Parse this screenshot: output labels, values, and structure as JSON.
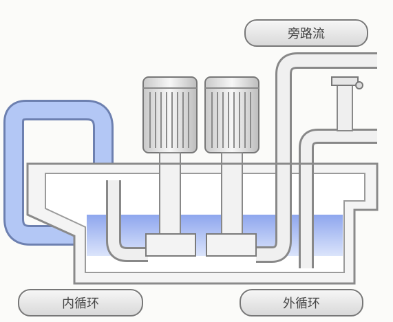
{
  "labels": {
    "bypass": "旁路流",
    "inner_loop": "内循环",
    "outer_loop": "外循环"
  },
  "colors": {
    "blue_loop": "#a9c0f2",
    "liquid": "#98aef0",
    "pipe_fill": "#efefef",
    "pipe_edge": "#909090"
  }
}
